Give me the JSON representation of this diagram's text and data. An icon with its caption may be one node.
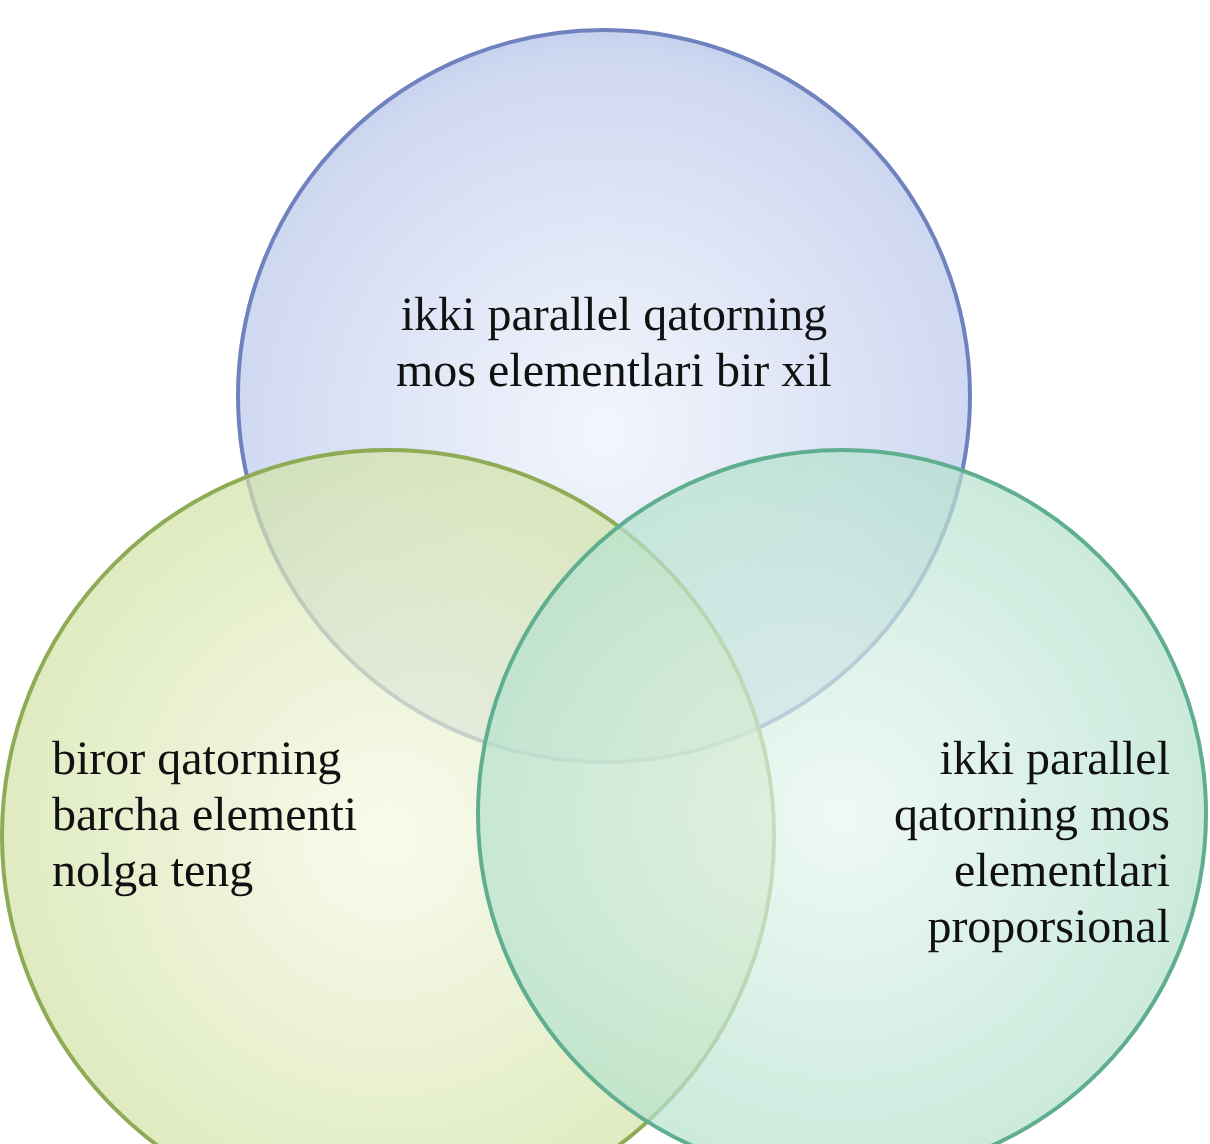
{
  "diagram": {
    "nodes": [
      {
        "text": [
          "ikki parallel qatorning mos elementlari bir xil"
        ]
      },
      {
        "text": [
          "biror qatorning barcha elementi nolga teng"
        ]
      },
      {
        "text": [
          "ikki parallel qatorning mos elementlari proporsional"
        ]
      }
    ]
  }
}
